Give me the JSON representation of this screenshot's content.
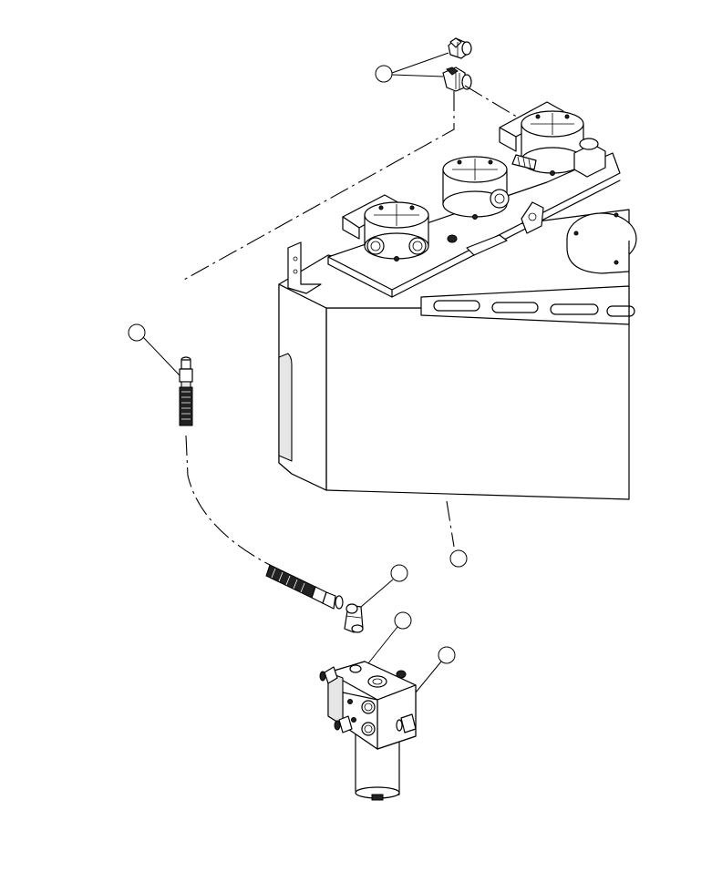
{
  "diagram": {
    "callouts": [
      {
        "id": "callout-elbow-fittings",
        "label": ""
      },
      {
        "id": "callout-hose-assembly",
        "label": ""
      },
      {
        "id": "callout-hydraulic-tank",
        "label": ""
      },
      {
        "id": "callout-elbow-fitting-lower",
        "label": ""
      },
      {
        "id": "callout-filter-adapter",
        "label": ""
      },
      {
        "id": "callout-filter-housing",
        "label": ""
      }
    ]
  }
}
